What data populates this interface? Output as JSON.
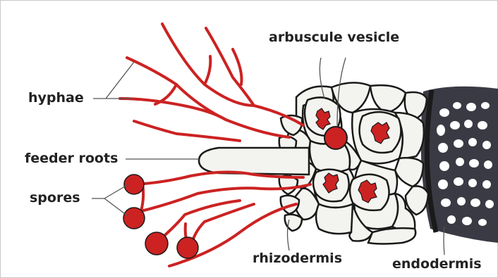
{
  "labels": {
    "hyphae": "hyphae",
    "feeder_roots": "feeder roots",
    "spores": "spores",
    "arbuscule_vesicle": "arbuscule vesicle",
    "rhizodermis": "rhizodermis",
    "endodermis": "endodermis"
  },
  "colors": {
    "fungus": "#cc2222",
    "outline": "#1a1a1a",
    "cell_fill": "#f3f3ef",
    "leader": "#555555"
  }
}
